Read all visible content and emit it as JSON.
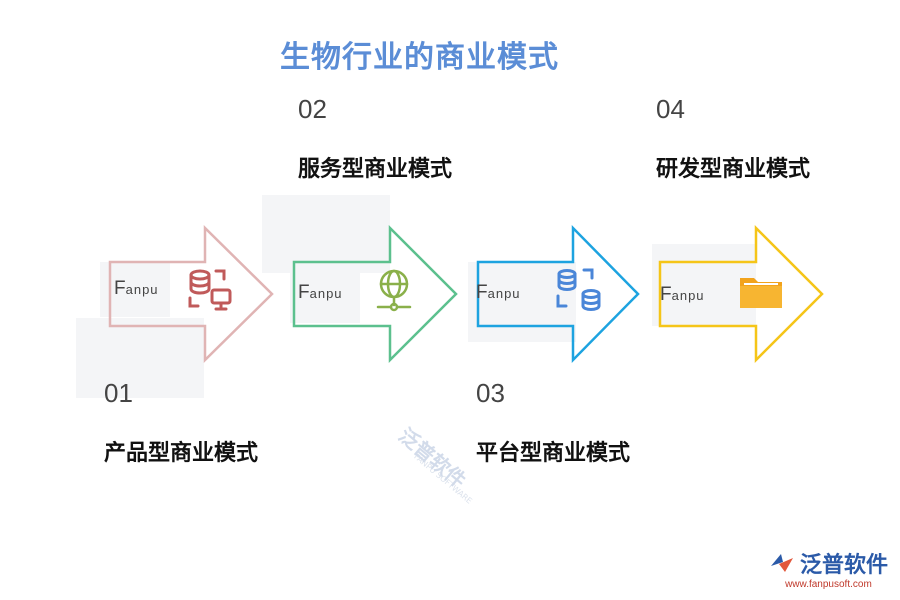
{
  "title": "生物行业的商业模式",
  "steps": [
    {
      "number": "01",
      "label": "产品型商业模式",
      "color": "#e0b4b4",
      "icon_color": "#c05a5a",
      "icon": "database-monitor-icon",
      "logo_big": "F",
      "logo_small": "anpu"
    },
    {
      "number": "02",
      "label": "服务型商业模式",
      "color": "#5cc08e",
      "icon_color": "#8ab04a",
      "icon": "globe-network-icon",
      "logo_big": "F",
      "logo_small": "anpu"
    },
    {
      "number": "03",
      "label": "平台型商业模式",
      "color": "#1da3e0",
      "icon_color": "#4a86d8",
      "icon": "database-sync-icon",
      "logo_big": "F",
      "logo_small": "anpu"
    },
    {
      "number": "04",
      "label": "研发型商业模式",
      "color": "#f5c518",
      "icon_color": "#f2a31c",
      "icon": "folder-icon",
      "logo_big": "F",
      "logo_small": "anpu"
    }
  ],
  "watermark": {
    "text": "泛普软件",
    "sub": "FANPU SOFTWARE"
  },
  "brand": {
    "name": "泛普软件",
    "url": "www.fanpusoft.com"
  }
}
